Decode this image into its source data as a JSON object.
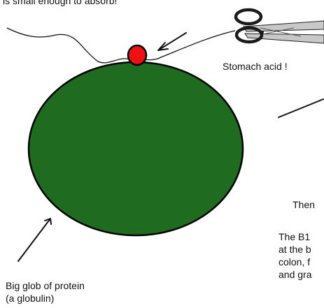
{
  "labels": {
    "top_caption": "is small enough to absorb!",
    "stomach_acid": "Stomach acid !",
    "then": "Then",
    "b12_lines": [
      "The B1",
      "at the b",
      "colon, f",
      "and gra"
    ],
    "glob_lines": [
      "Big glob of protein",
      "(a globulin)"
    ]
  },
  "colors": {
    "globulin": "#1f6b1f",
    "b12_molecule": "#ee1111",
    "scissor_handle": "#1a1a1a",
    "scissor_blade": "#c8c8c8",
    "line": "#111111"
  },
  "icons": {
    "scissors": "scissors-icon",
    "pointer_to_b12": "arrow-icon",
    "pointer_to_glob": "arrow-icon"
  }
}
